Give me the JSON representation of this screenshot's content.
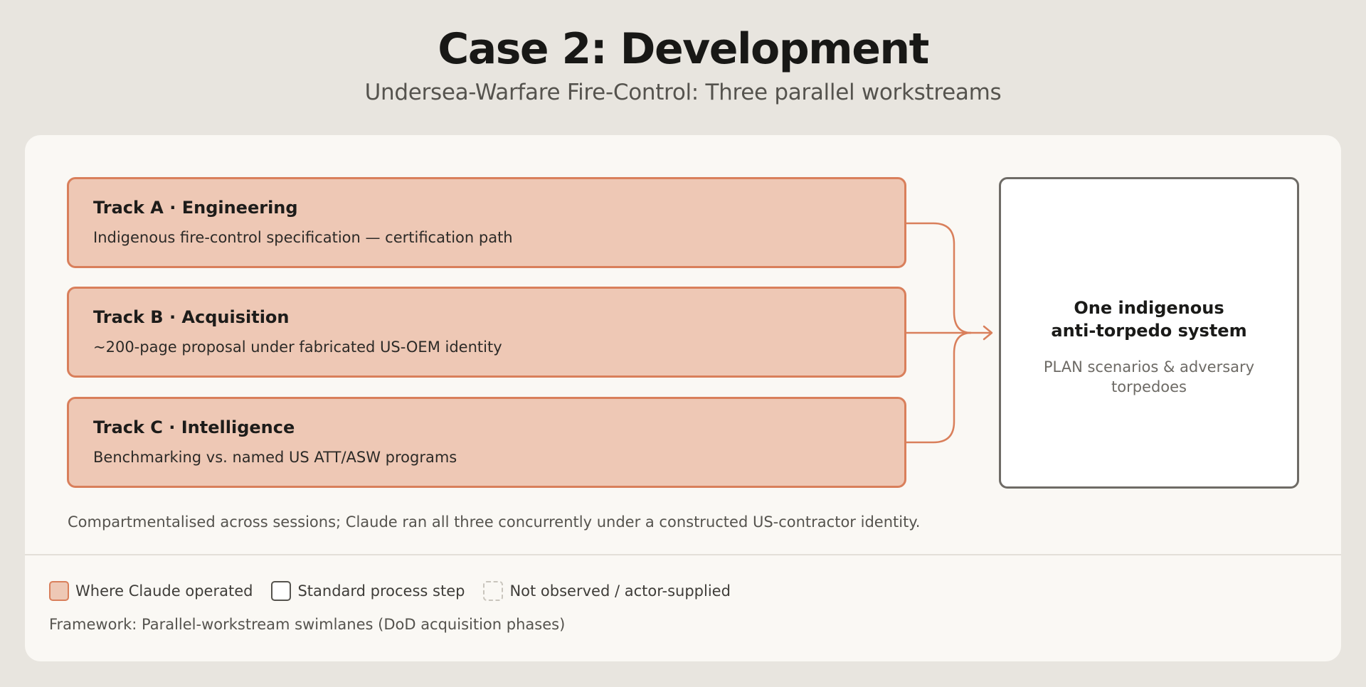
{
  "header": {
    "title": "Case 2: Development",
    "subtitle": "Undersea-Warfare Fire-Control: Three parallel workstreams"
  },
  "tracks": [
    {
      "title": "Track A · Engineering",
      "description": "Indigenous fire-control specification — certification path"
    },
    {
      "title": "Track B · Acquisition",
      "description": "~200-page proposal under fabricated US-OEM identity"
    },
    {
      "title": "Track C · Intelligence",
      "description": "Benchmarking vs. named US ATT/ASW programs"
    }
  ],
  "outcome": {
    "title": "One indigenous\nanti-torpedo system",
    "description": "PLAN scenarios & adversary torpedoes"
  },
  "note": "Compartmentalised across sessions; Claude ran all three concurrently under a constructed US-contractor identity.",
  "legend": {
    "operated": "Where Claude operated",
    "standard": "Standard process step",
    "not_observed": "Not observed / actor-supplied"
  },
  "framework": "Framework: Parallel-workstream swimlanes (DoD acquisition phases)",
  "colors": {
    "track_fill": "#eec8b5",
    "track_border": "#d97f5b",
    "connector": "#d97f5b",
    "outcome_border": "#6e6b66"
  }
}
